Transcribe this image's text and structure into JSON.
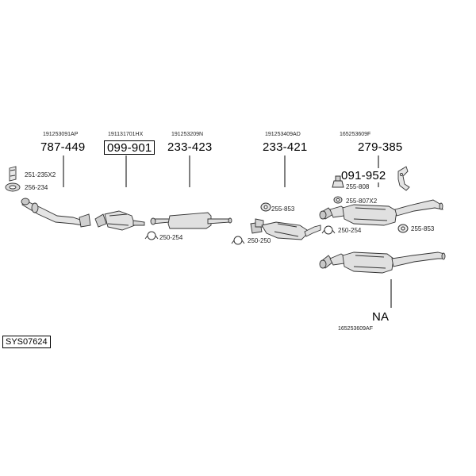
{
  "system_code": "SYS07624",
  "groups": [
    {
      "ref": "191253091AP",
      "part": "787-449"
    },
    {
      "ref": "191131701HX",
      "part": "099-901"
    },
    {
      "ref": "191253209N",
      "part": "233-423"
    },
    {
      "ref": "191253409AD",
      "part": "233-421"
    },
    {
      "ref": "165253609F",
      "part": "279-385"
    },
    {
      "ref": "165253609AF",
      "part": "NA"
    }
  ],
  "extra_part": "091-952",
  "accessories": {
    "a1": "251-235X2",
    "a2": "256-234",
    "a3": "250-254",
    "a4": "255-853",
    "a5": "250-250",
    "a6": "255-808",
    "a7": "255-807X2",
    "a8": "250-254",
    "a9": "255-853"
  }
}
